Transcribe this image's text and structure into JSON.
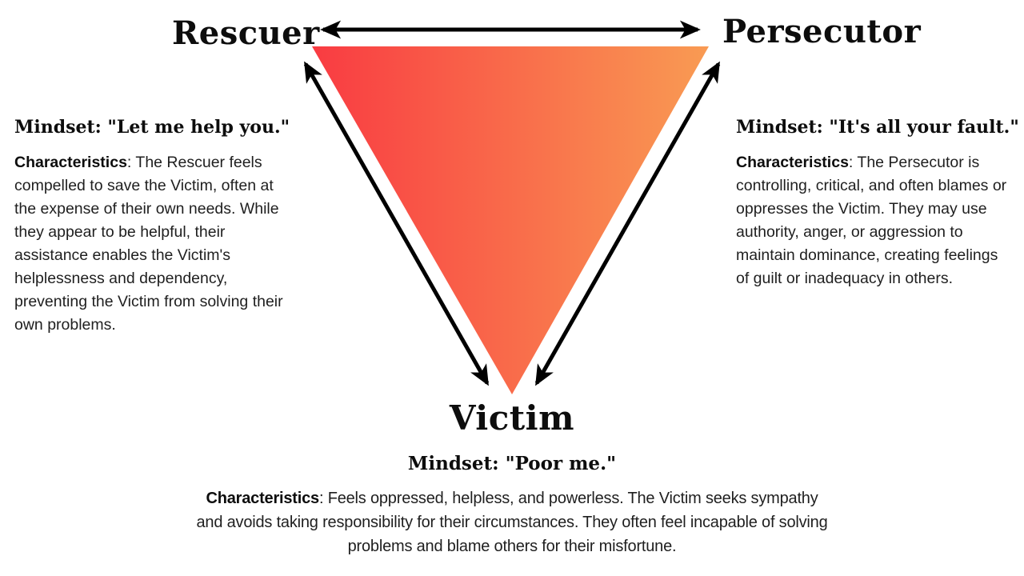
{
  "colors": {
    "background": "#ffffff",
    "heading_text": "#0d0d0d",
    "body_text": "#1f1f1f",
    "arrow": "#000000",
    "triangle_gradient_left": "#f93b42",
    "triangle_gradient_right": "#f99b53"
  },
  "nodes": {
    "rescuer": {
      "label": "Rescuer",
      "mindset": "Mindset: \"Let me help you.\"",
      "characteristics_label": "Characteristics",
      "characteristics_text": ": The Rescuer feels compelled to save the Victim, often at the expense of their own needs. While they appear to be helpful, their assistance enables the Victim's helplessness and dependency, preventing the Victim from solving their own problems."
    },
    "persecutor": {
      "label": "Persecutor",
      "mindset": "Mindset: \"It's all your fault.\"",
      "characteristics_label": "Characteristics",
      "characteristics_text": ": The Persecutor is controlling, critical, and often blames or oppresses the Victim. They may use authority, anger, or aggression to maintain dominance, creating feelings of guilt or inadequacy in others."
    },
    "victim": {
      "label": "Victim",
      "mindset": "Mindset: \"Poor me.\"",
      "characteristics_label": "Characteristics",
      "characteristics_text": ": Feels oppressed, helpless, and powerless. The Victim seeks sympathy and avoids taking responsibility for their circumstances. They often feel incapable of solving problems and blame others for their misfortune."
    }
  }
}
